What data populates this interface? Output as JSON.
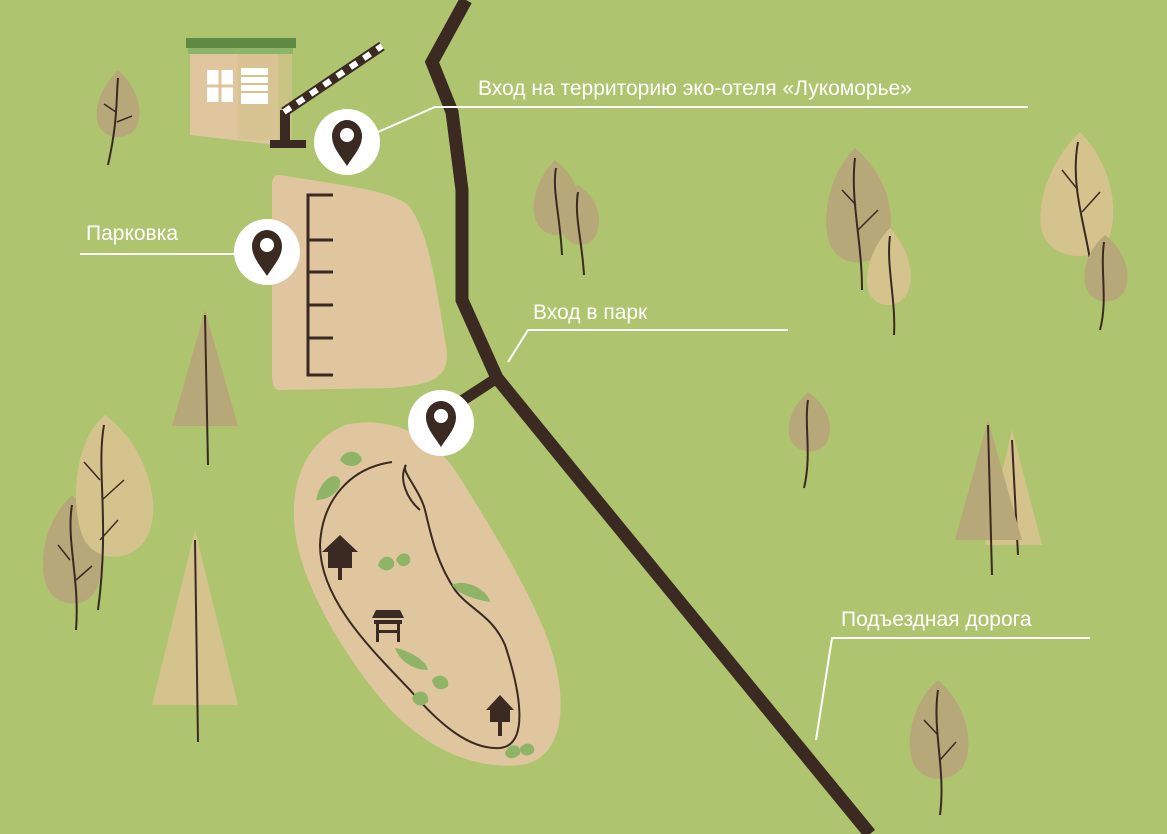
{
  "map": {
    "background_color": "#afc46f",
    "road_color": "#3a2a22",
    "path_color": "#3a2a22",
    "area_color": "#dfc69e",
    "pin_fill": "#ffffff",
    "pin_icon_color": "#3a2a22",
    "tree_colors": [
      "#b7a87a",
      "#d4c38d"
    ],
    "label_color": "#ffffff"
  },
  "labels": {
    "hotel_entrance": "Вход на территорию эко-отеля «Лукоморье»",
    "parking": "Парковка",
    "park_entrance": "Вход в парк",
    "access_road": "Подъездная дорога"
  },
  "pins": [
    {
      "id": "hotel-entrance",
      "icon": "location-pin-icon"
    },
    {
      "id": "parking",
      "icon": "location-pin-icon"
    },
    {
      "id": "park-entrance",
      "icon": "location-pin-icon"
    }
  ]
}
